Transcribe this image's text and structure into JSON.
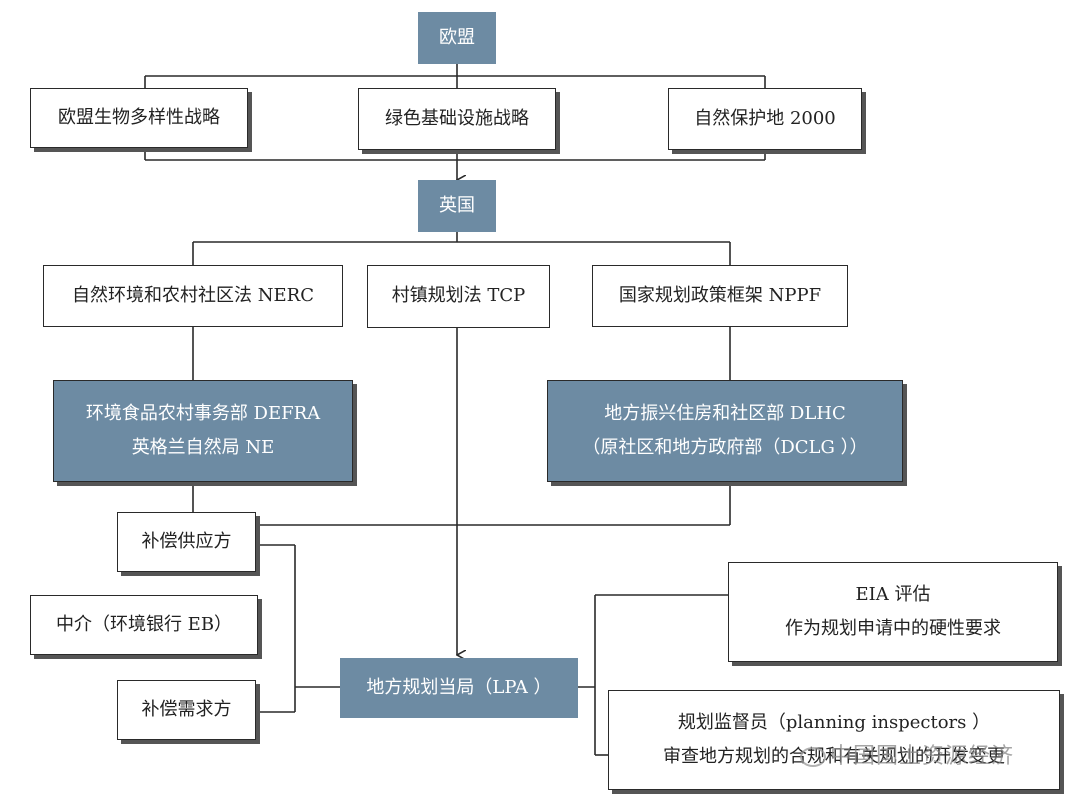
{
  "eu": {
    "title": "欧盟",
    "strategies": [
      "欧盟生物多样性战略",
      "绿色基础设施战略",
      "自然保护地 2000"
    ]
  },
  "uk": {
    "title": "英国",
    "laws": [
      "自然环境和农村社区法 NERC",
      "村镇规划法 TCP",
      "国家规划政策框架 NPPF"
    ]
  },
  "defra": {
    "line1": "环境食品农村事务部 DEFRA",
    "line2": "英格兰自然局 NE"
  },
  "dlhc": {
    "line1": "地方振兴住房和社区部 DLHC",
    "line2": "（原社区和地方政府部（DCLG ））"
  },
  "supply": "补偿供应方",
  "broker": "中介（环境银行 EB）",
  "demand": "补偿需求方",
  "lpa": "地方规划当局（LPA ）",
  "eia": {
    "line1": "EIA 评估",
    "line2": "作为规划申请中的硬性要求"
  },
  "inspectors": {
    "line1": "规划监督员（planning inspectors ）",
    "line2": "审查地方规划的合规和有关规划的开发变更"
  },
  "watermark": "中国国土资源经济",
  "colors": {
    "accent_fill": "#6d8ba3",
    "line": "#2a2a2a"
  }
}
